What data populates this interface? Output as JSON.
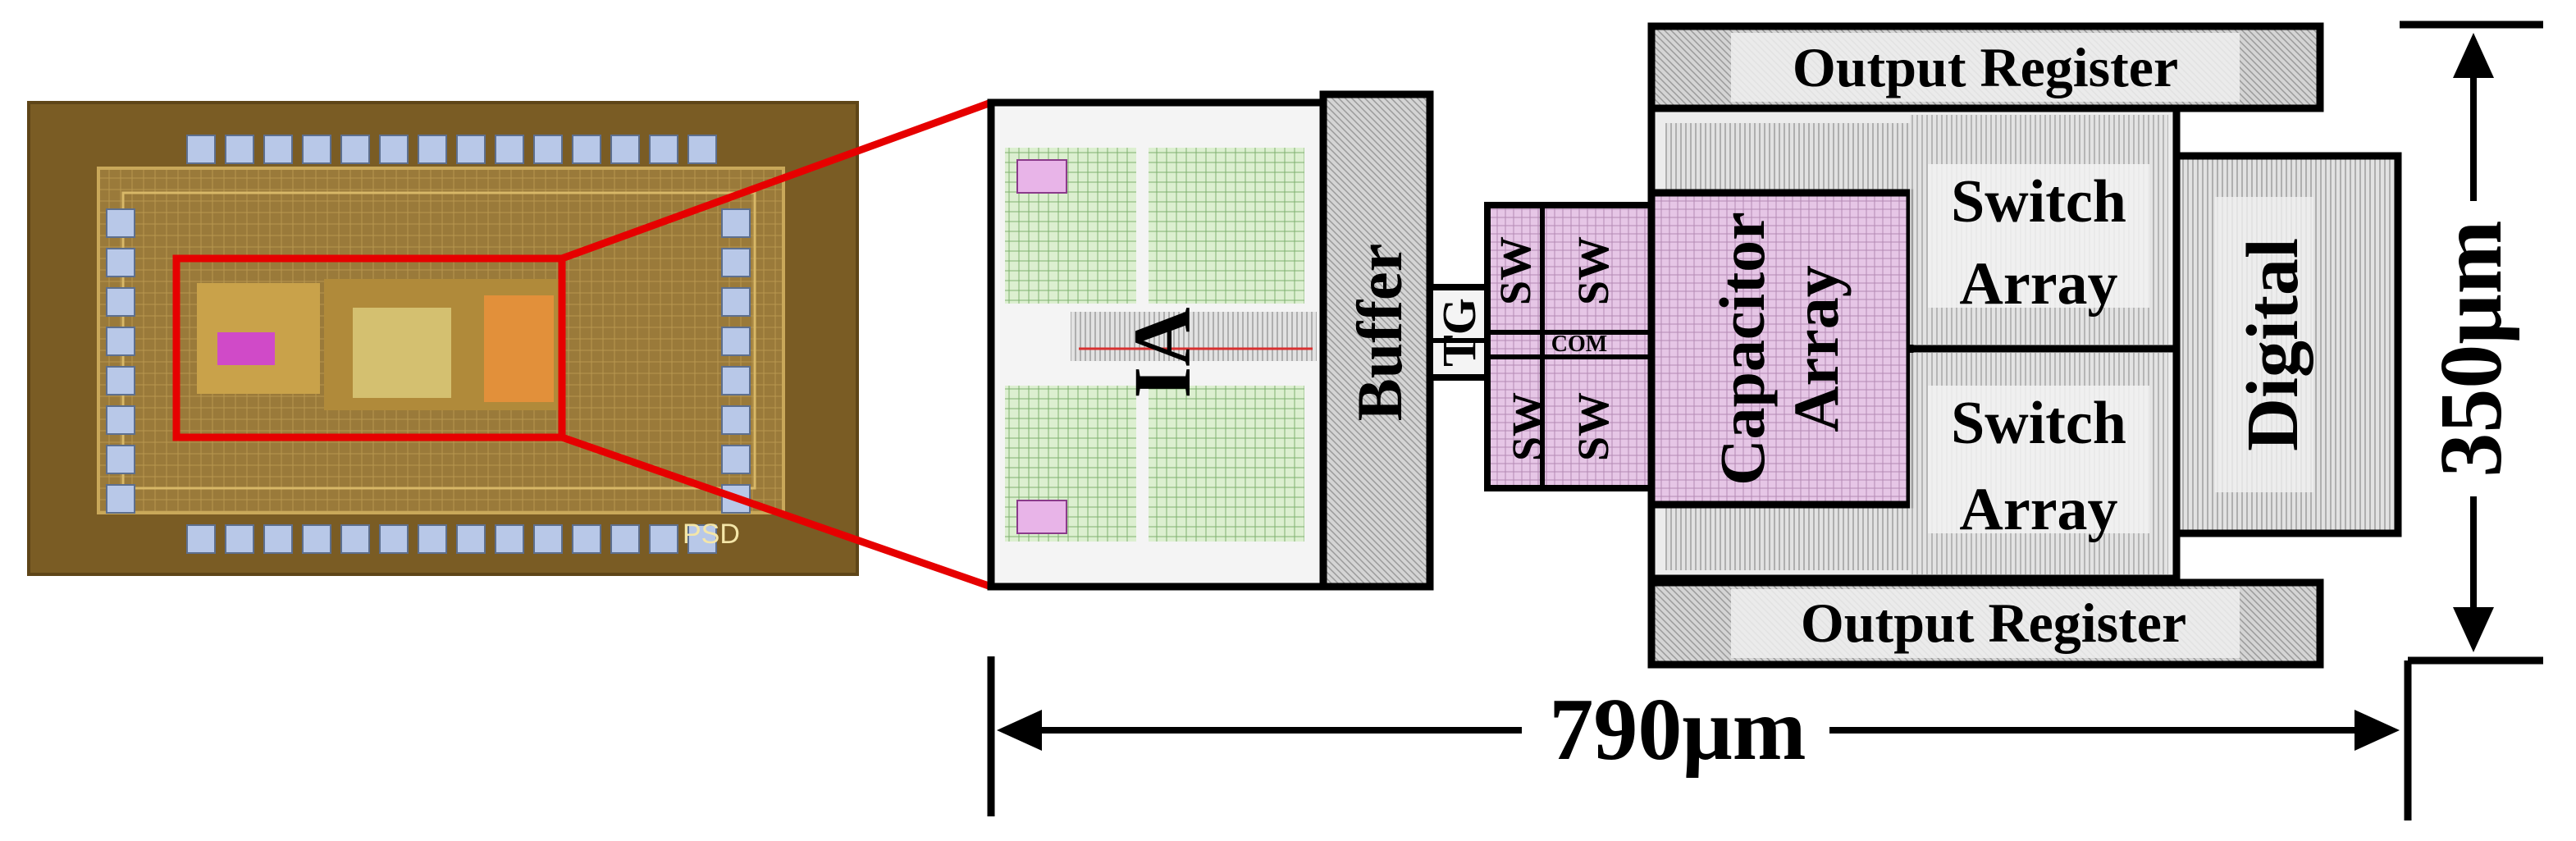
{
  "labels": {
    "ia": "IA",
    "buffer": "Buffer",
    "tg": "TG",
    "sw_top": "SW",
    "sw_top_right": "SW",
    "sw_bottom": "SW",
    "sw_bottom_right": "SW",
    "com": "COM",
    "capacitor_array": "Capacitor Array",
    "capacitor_line1": "Capacitor",
    "capacitor_line2": "Array",
    "switch_line1": "Switch",
    "switch_line2": "Array",
    "switch2_line1": "Switch",
    "switch2_line2": "Array",
    "output_register_top": "Output Register",
    "output_register_bottom": "Output Register",
    "digital": "Digital",
    "width_dimension": "790μm",
    "height_dimension": "350μm",
    "die_marking": "PSD"
  },
  "colors": {
    "highlight": "#e60000",
    "outline": "#000000",
    "die_bg": "#8a6a2a",
    "pad": "#b8c8e8",
    "layout_pink": "#e8c8e8",
    "layout_green": "#c8e8b8",
    "layout_gray": "#c8c8c8"
  }
}
